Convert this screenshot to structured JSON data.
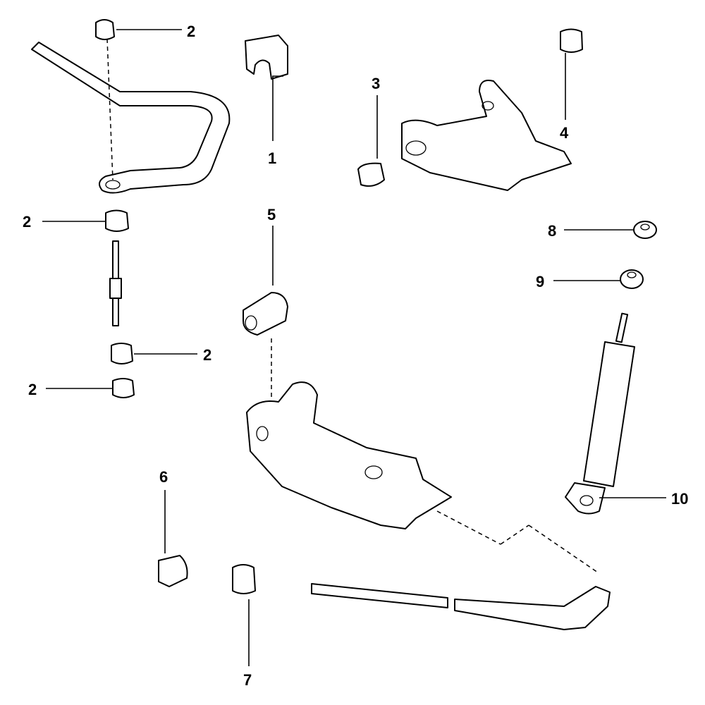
{
  "diagram": {
    "labels": {
      "stabilizer_bushing_top": "2",
      "stabilizer_bracket_bushing": "1",
      "upper_arm_bushing_front": "3",
      "upper_arm_bushing_rear": "4",
      "link_bushing_upper": "2",
      "lower_arm_bushing": "5",
      "shock_bushing_upper": "8",
      "shock_bushing_lower": "9",
      "link_bushing_lower_a": "2",
      "link_bushing_lower_b": "2",
      "strut_rod_bushing_front": "6",
      "shock_absorber": "10",
      "strut_rod_bushing_rear": "7"
    }
  }
}
